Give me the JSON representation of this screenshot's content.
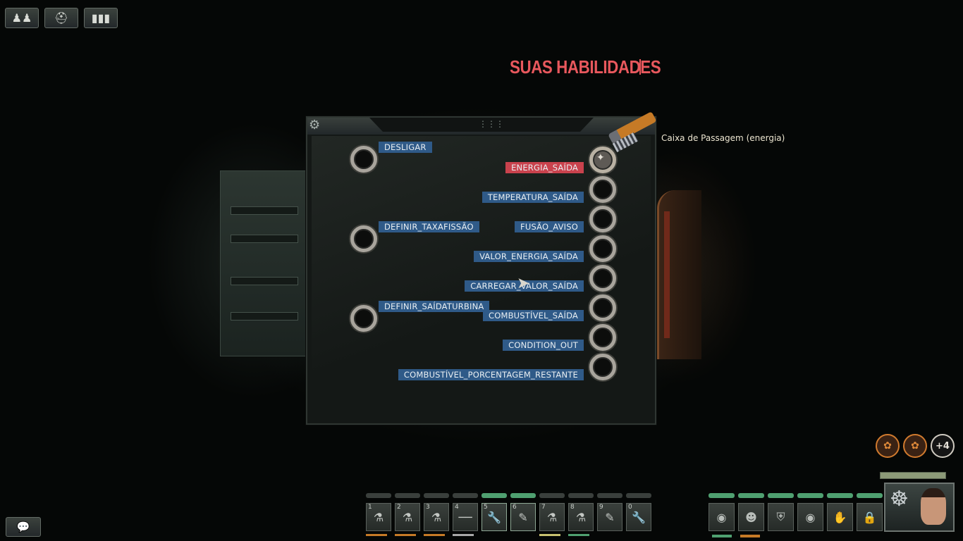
{
  "title": "SUAS HABILIDADES",
  "hover_item": "Caixa de Passagem (energia)",
  "top_icons": [
    "crew-icon",
    "drone-icon",
    "stats-icon"
  ],
  "panel": {
    "inputs": [
      "DESLIGAR",
      "DEFINIR_TAXAFISSÃO",
      "DEFINIR_SAÍDATURBINA"
    ],
    "outputs": [
      "ENERGIA_SAÍDA",
      "TEMPERATURA_SAÍDA",
      "FUSÃO_AVISO",
      "VALOR_ENERGIA_SAÍDA",
      "CARREGAR_VALOR_SAÍDA",
      "COMBUSTÍVEL_SAÍDA",
      "CONDITION_OUT",
      "COMBUSTÍVEL_PORCENTAGEM_RESTANTE"
    ],
    "highlighted_output": "ENERGIA_SAÍDA"
  },
  "effects": {
    "more": "+4"
  },
  "hotbar": [
    {
      "num": "1",
      "icon": "smg-icon",
      "active": false
    },
    {
      "num": "2",
      "icon": "revolver-icon",
      "active": false
    },
    {
      "num": "3",
      "icon": "revolver-icon",
      "active": false
    },
    {
      "num": "4",
      "icon": "rifle-icon",
      "active": false
    },
    {
      "num": "5",
      "icon": "wrench-icon",
      "active": true
    },
    {
      "num": "6",
      "icon": "screwdriver-icon",
      "active": true
    },
    {
      "num": "7",
      "icon": "welder-icon",
      "active": false
    },
    {
      "num": "8",
      "icon": "plasma-cutter-icon",
      "active": false
    },
    {
      "num": "9",
      "icon": "screwdriver-icon",
      "active": false
    },
    {
      "num": "0",
      "icon": "wrench-icon",
      "active": false
    }
  ],
  "equipment": [
    "headset-icon",
    "diving-suit-icon",
    "body-armor-icon",
    "helmet-icon",
    "gloves-icon",
    "id-card-icon"
  ],
  "colors": {
    "title": "#e8585d",
    "label_blue": "#2f5a88",
    "label_red": "#c9424d",
    "health_green": "#4fa070"
  }
}
